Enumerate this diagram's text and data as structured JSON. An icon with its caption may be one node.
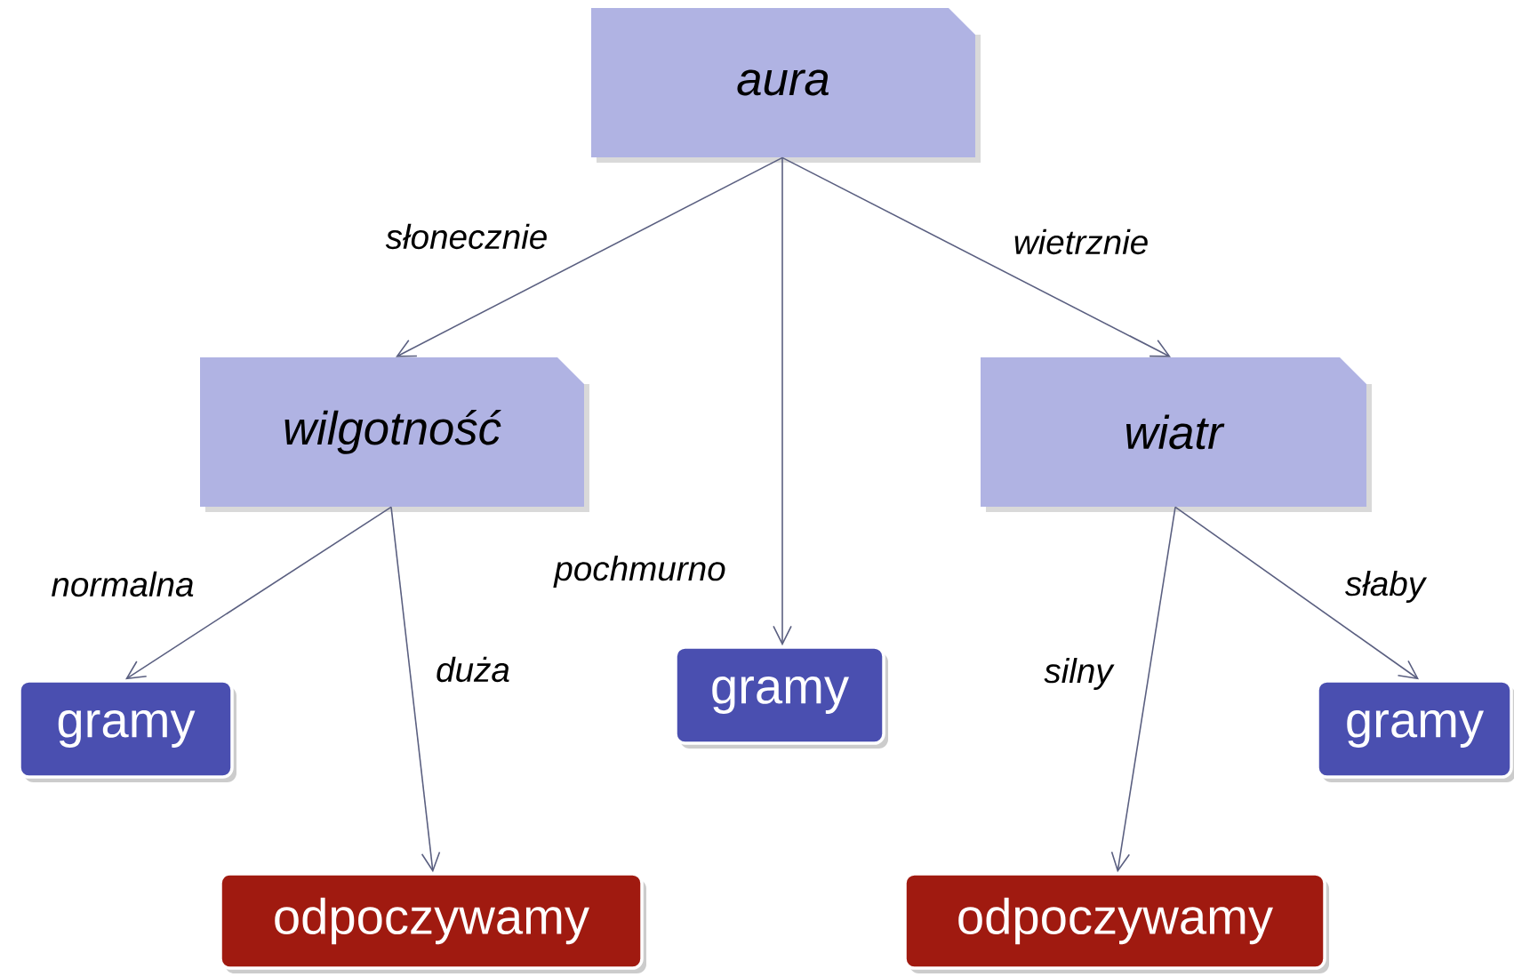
{
  "diagram": {
    "nodes": [
      {
        "text": [
          "aura"
        ]
      },
      {
        "text": [
          "wilgotność"
        ]
      },
      {
        "text": [
          "wiatr"
        ]
      },
      {
        "text": [
          "gramy"
        ]
      },
      {
        "text": [
          "odpoczywamy"
        ]
      },
      {
        "text": [
          "gramy"
        ]
      },
      {
        "text": [
          "odpoczywamy"
        ]
      },
      {
        "text": [
          "gramy"
        ]
      }
    ],
    "edges": [
      {
        "from": 0,
        "to": 1,
        "arrow": "to",
        "label": "słonecznie"
      },
      {
        "from": 0,
        "to": 5,
        "arrow": "to",
        "label": "pochmurno"
      },
      {
        "from": 0,
        "to": 2,
        "arrow": "to",
        "label": "wietrznie"
      },
      {
        "from": 1,
        "to": 3,
        "arrow": "to",
        "label": "normalna"
      },
      {
        "from": 1,
        "to": 4,
        "arrow": "to",
        "label": "duża"
      },
      {
        "from": 2,
        "to": 6,
        "arrow": "to",
        "label": "silny"
      },
      {
        "from": 2,
        "to": 7,
        "arrow": "to",
        "label": "słaby"
      }
    ]
  }
}
